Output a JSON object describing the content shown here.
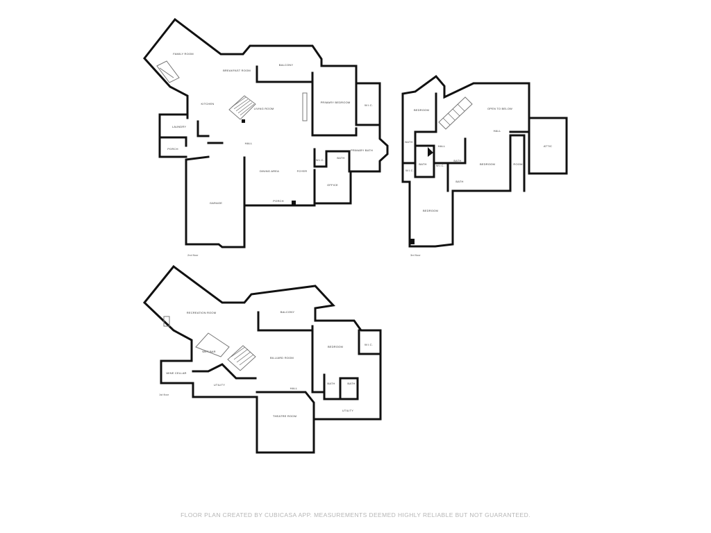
{
  "floors": [
    {
      "label": "2nd floor",
      "rooms": {
        "family_room": "FAMILY ROOM",
        "breakfast_room": "BREAKFAST ROOM",
        "balcony": "BALCONY",
        "kitchen": "KITCHEN",
        "living_room": "LIVING ROOM",
        "primary_bedroom": "PRIMARY BEDROOM",
        "wic": "W.I.C.",
        "laundry": "LAUNDRY",
        "porch_side": "PORCH",
        "hall": "HALL",
        "primary_bath": "PRIMARY BATH",
        "wic_2": "W.I.C.",
        "bath": "BATH",
        "dining_area": "DINING AREA",
        "foyer": "FOYER",
        "office": "OFFICE",
        "garage": "GARAGE",
        "porch_front": "PORCH"
      }
    },
    {
      "label": "3rd floor",
      "rooms": {
        "bedroom_1": "BEDROOM",
        "open_to_below": "OPEN TO BELOW",
        "bath_1": "BATH",
        "hall": "HALL",
        "wic_1": "W.I.C.",
        "bath_2": "BATH",
        "bath_3": "BATH",
        "hall_2": "HALL",
        "bedroom_2": "BEDROOM",
        "room": "ROOM",
        "attic": "ATTIC",
        "wic_2": "W.I.C.",
        "bath_4": "BATH",
        "bedroom_3": "BEDROOM"
      }
    },
    {
      "label": "1st floor",
      "rooms": {
        "recreation_room": "RECREATION ROOM",
        "balcony": "BALCONY",
        "wet_bar": "WET BAR",
        "billiard_room": "BILLIARD ROOM",
        "bedroom": "BEDROOM",
        "wic": "W.I.C.",
        "wine_cellar": "WINE CELLAR",
        "utility_1": "UTILITY",
        "hall": "HALL",
        "bath_1": "BATH",
        "bath_2": "BATH",
        "theatre_room": "THEATRE ROOM",
        "utility_2": "UTILITY"
      }
    }
  ],
  "footer": "FLOOR PLAN CREATED BY CUBICASA APP. MEASUREMENTS DEEMED HIGHLY RELIABLE BUT NOT GUARANTEED."
}
